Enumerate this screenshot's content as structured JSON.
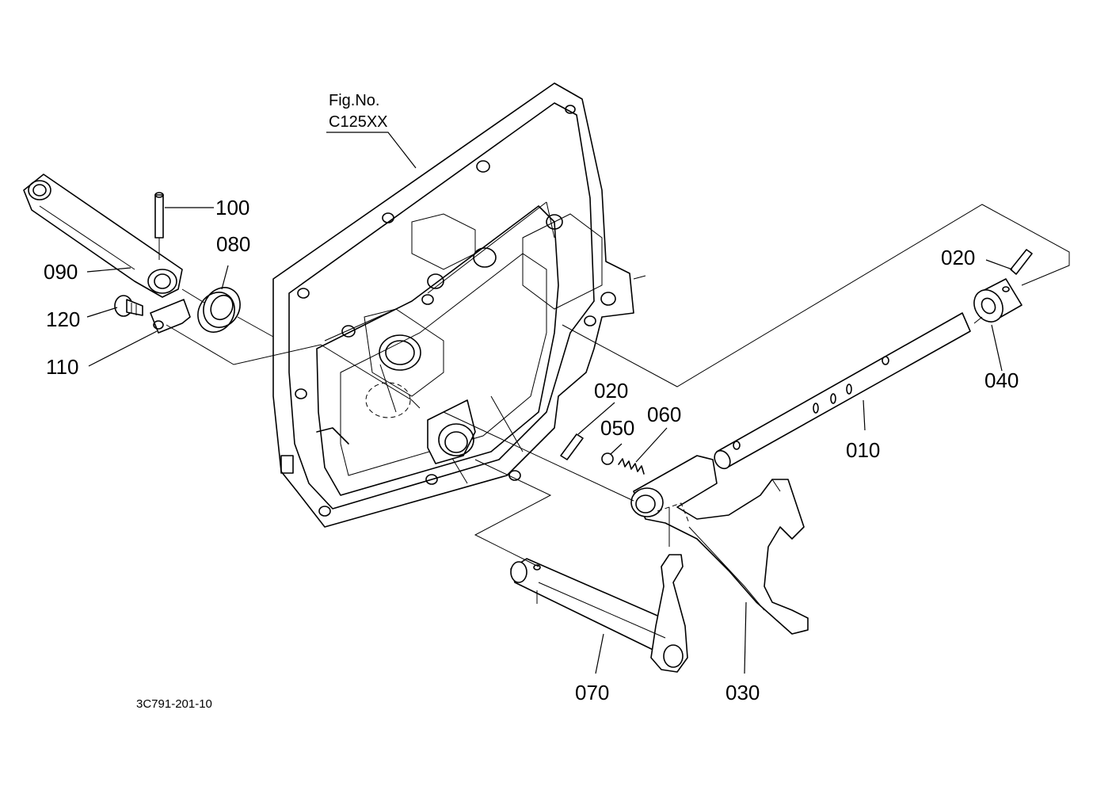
{
  "figure_ref": {
    "line1": "Fig.No.",
    "line2": "C125XX"
  },
  "drawing_code": "3C791-201-10",
  "callouts": {
    "p100": "100",
    "p080": "080",
    "p090": "090",
    "p120": "120",
    "p110": "110",
    "p020a": "020",
    "p040": "040",
    "p010": "010",
    "p020b": "020",
    "p050": "050",
    "p060": "060",
    "p070": "070",
    "p030": "030"
  }
}
